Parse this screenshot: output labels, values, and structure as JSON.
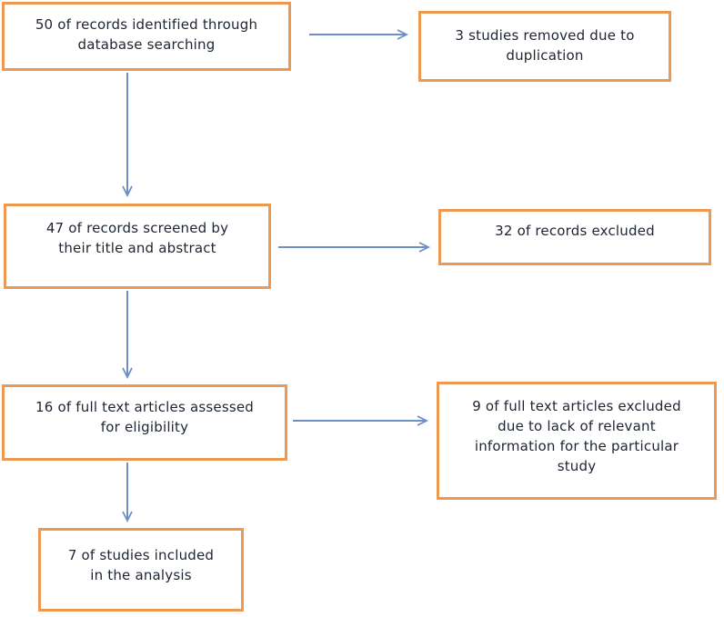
{
  "diagram": {
    "type": "flowchart",
    "description": "Study selection flow diagram",
    "boxes": [
      {
        "id": "records-identified",
        "label": "50 of records identified through database searching",
        "count": 50,
        "lines": [
          "50 of records identified through",
          "database searching"
        ]
      },
      {
        "id": "duplicates-removed",
        "label": "3 studies removed due to duplication",
        "count": 3,
        "lines": [
          "3 studies removed due to",
          "duplication"
        ]
      },
      {
        "id": "records-screened",
        "label": "47 of records screened by their title and abstract",
        "count": 47,
        "lines": [
          "47 of records screened by",
          "their title and abstract"
        ]
      },
      {
        "id": "records-excluded",
        "label": "32 of records excluded",
        "count": 32,
        "lines": [
          "32 of records excluded"
        ]
      },
      {
        "id": "fulltext-assessed",
        "label": "16 of full text articles assessed for eligibility",
        "count": 16,
        "lines": [
          "16 of full text articles assessed",
          "for eligibility"
        ]
      },
      {
        "id": "fulltext-excluded",
        "label": "9 of full text articles excluded due to lack of relevant information for the particular study",
        "count": 9,
        "lines": [
          "9 of full text articles excluded",
          "due to lack of relevant",
          "information for the particular",
          "study"
        ]
      },
      {
        "id": "studies-included",
        "label": "7 of studies included in the analysis",
        "count": 7,
        "lines": [
          "7 of studies included",
          "in the analysis"
        ]
      }
    ],
    "arrows": [
      {
        "from": "records-identified",
        "to": "duplicates-removed",
        "direction": "right"
      },
      {
        "from": "records-identified",
        "to": "records-screened",
        "direction": "down"
      },
      {
        "from": "records-screened",
        "to": "records-excluded",
        "direction": "right"
      },
      {
        "from": "records-screened",
        "to": "fulltext-assessed",
        "direction": "down"
      },
      {
        "from": "fulltext-assessed",
        "to": "fulltext-excluded",
        "direction": "right"
      },
      {
        "from": "fulltext-assessed",
        "to": "studies-included",
        "direction": "down"
      }
    ],
    "colors": {
      "box_border": "#ed9853",
      "box_fill": "#ffffff",
      "arrow": "#6c8ec9",
      "text": "#1d2433",
      "background": "#ffffff"
    }
  }
}
